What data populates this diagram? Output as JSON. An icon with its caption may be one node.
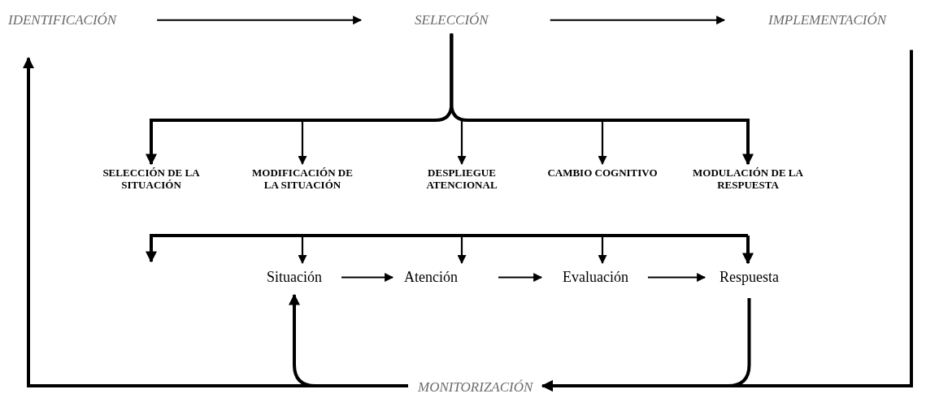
{
  "diagram": {
    "nodes": [
      {
        "text": [
          "IDENTIFICACIÓN"
        ]
      },
      {
        "text": [
          "SELECCIÓN"
        ]
      },
      {
        "text": [
          "IMPLEMENTACIÓN"
        ]
      },
      {
        "text": [
          "SELECCIÓN DE LA SITUACIÓN"
        ]
      },
      {
        "text": [
          "MODIFICACIÓN DE LA SITUACIÓN"
        ]
      },
      {
        "text": [
          "DESPLIEGUE ATENCIONAL"
        ]
      },
      {
        "text": [
          "CAMBIO COGNITIVO"
        ]
      },
      {
        "text": [
          "MODULACIÓN DE LA RESPUESTA"
        ]
      },
      {
        "text": [
          "Situación"
        ]
      },
      {
        "text": [
          "Atención"
        ]
      },
      {
        "text": [
          "Evaluación"
        ]
      },
      {
        "text": [
          "Respuesta"
        ]
      },
      {
        "text": [
          "MONITORIZACIÓN"
        ]
      }
    ],
    "edges": [
      {
        "from": 0,
        "to": 1,
        "arrow": "to"
      },
      {
        "from": 1,
        "to": 2,
        "arrow": "to"
      },
      {
        "from": 1,
        "to": 3,
        "arrow": "to",
        "style": "thick"
      },
      {
        "from": 1,
        "to": 4,
        "arrow": "to"
      },
      {
        "from": 1,
        "to": 5,
        "arrow": "to"
      },
      {
        "from": 1,
        "to": 6,
        "arrow": "to"
      },
      {
        "from": 1,
        "to": 7,
        "arrow": "to",
        "style": "thick"
      },
      {
        "from": null,
        "to": 8,
        "arrow": "to"
      },
      {
        "from": null,
        "to": 9,
        "arrow": "to"
      },
      {
        "from": null,
        "to": 10,
        "arrow": "to"
      },
      {
        "from": null,
        "to": 11,
        "arrow": "to",
        "style": "thick"
      },
      {
        "from": 8,
        "to": 9,
        "arrow": "to"
      },
      {
        "from": 9,
        "to": 10,
        "arrow": "to"
      },
      {
        "from": 10,
        "to": 11,
        "arrow": "to"
      },
      {
        "from": 2,
        "to": 12,
        "arrow": "to",
        "style": "thick"
      },
      {
        "from": 11,
        "to": 12,
        "arrow": "to",
        "style": "thick"
      },
      {
        "from": 12,
        "to": 0,
        "arrow": "to",
        "style": "thick"
      },
      {
        "from": 12,
        "to": 8,
        "arrow": "to",
        "style": "thick"
      }
    ]
  }
}
